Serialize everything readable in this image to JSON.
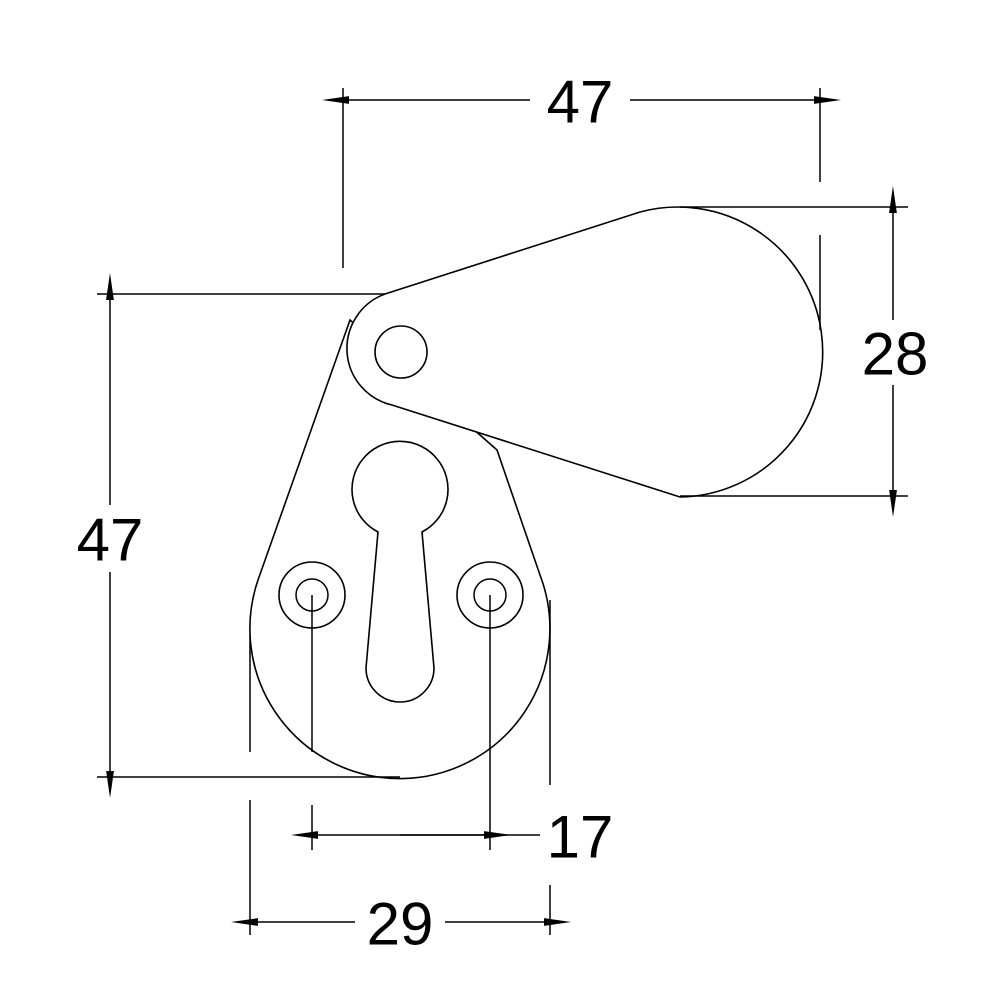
{
  "drawing": {
    "dimensions": {
      "cover_width": "47",
      "cover_height": "28",
      "overall_height": "47",
      "screw_spacing": "17",
      "base_width": "29"
    },
    "line_color": "#000000",
    "background": "#ffffff"
  }
}
